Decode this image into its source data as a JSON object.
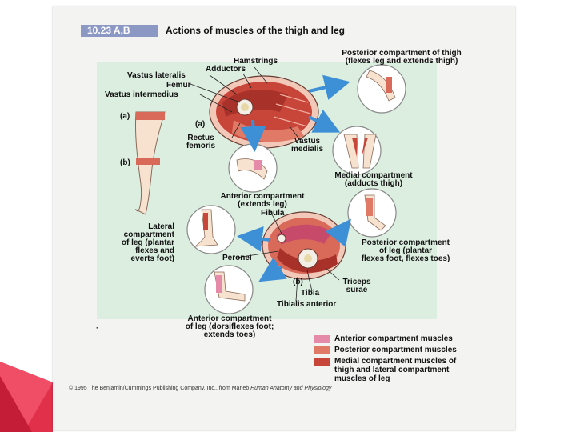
{
  "figure": {
    "number": "10.23 A,B",
    "title": "Actions of muscles of the thigh and leg"
  },
  "labels": {
    "hamstrings": "Hamstrings",
    "adductors": "Adductors",
    "vastus_lateralis": "Vastus lateralis",
    "femur": "Femur",
    "vastus_intermedius": "Vastus intermedius",
    "a_left": "(a)",
    "a_mid": "(a)",
    "b_left": "(b)",
    "b_mid": "(b)",
    "rectus_femoris_1": "Rectus",
    "rectus_femoris_2": "femoris",
    "vastus_medialis_1": "Vastus",
    "vastus_medialis_2": "medialis",
    "posterior_thigh_1": "Posterior compartment of thigh",
    "posterior_thigh_2": "(flexes leg and extends thigh)",
    "medial_comp_1": "Medial compartment",
    "medial_comp_2": "(adducts thigh)",
    "anterior_thigh_1": "Anterior compartment",
    "anterior_thigh_2": "(extends leg)",
    "fibula": "Fibula",
    "lateral_leg_1": "Lateral",
    "lateral_leg_2": "compartment",
    "lateral_leg_3": "of leg (plantar",
    "lateral_leg_4": "flexes and",
    "lateral_leg_5": "everts foot)",
    "peronei": "Peronei",
    "posterior_leg_1": "Posterior compartment",
    "posterior_leg_2": "of leg (plantar",
    "posterior_leg_3": "flexes foot, flexes toes)",
    "tibia": "Tibia",
    "triceps_surae_1": "Triceps",
    "triceps_surae_2": "surae",
    "tibialis_anterior": "Tibialis anterior",
    "anterior_leg_1": "Anterior compartment",
    "anterior_leg_2": "of leg (dorsiflexes foot;",
    "anterior_leg_3": "extends toes)"
  },
  "legend": [
    {
      "label": "Anterior compartment muscles",
      "color": "#e58aa9"
    },
    {
      "label": "Posterior compartment muscles",
      "color": "#e07a66"
    },
    {
      "label": "Medial compartment muscles of",
      "label2": "thigh and lateral compartment",
      "label3": "muscles of leg",
      "color": "#c8453a"
    }
  ],
  "credit": {
    "text": "© 1995 The Benjamin/Cummings Publishing Company, Inc., from Marieb",
    "book": "Human Anatomy and Physiology"
  },
  "colors": {
    "panel": "#dceee0",
    "badge": "#8c98c4",
    "arrow": "#3d8fd6",
    "muscle": "#c8453a",
    "slide_accent": "#e0304a"
  }
}
